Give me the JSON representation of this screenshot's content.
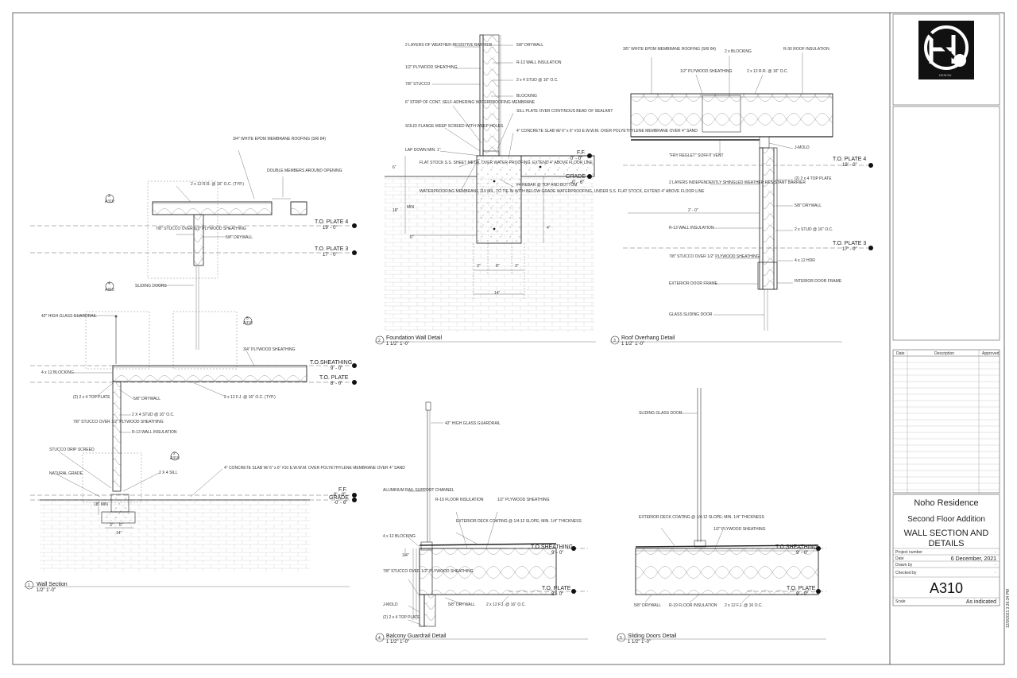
{
  "title_block": {
    "project": "Noho Residence",
    "subtitle": "Second Floor Addition",
    "sheet_title": "WALL SECTION AND DETAILS",
    "sheet_number": "A310",
    "project_number_label": "Project number",
    "project_number_value": "-",
    "date_label": "Date",
    "date_value": "6 December, 2021",
    "drawn_by_label": "Drawn by",
    "drawn_by_value": "-",
    "checked_by_label": "Checked by",
    "checked_by_value": "-",
    "scale_label": "Scale",
    "scale_value": "As indicated",
    "revision_headers": [
      "Date",
      "Description",
      "Approved"
    ],
    "print_stamp": "12/9/2021 3:36:34 PM",
    "logo_text": "DESIGN"
  },
  "details": [
    {
      "num": "1",
      "title": "Wall Section",
      "scale": "1/2\"    1'-0\""
    },
    {
      "num": "2",
      "title": "Foundation Wall Detail",
      "scale": "1 1/2\"    1'-0\""
    },
    {
      "num": "3",
      "title": "Roof Overhang Detail",
      "scale": "1 1/2\"    1'-0\""
    },
    {
      "num": "4",
      "title": "Balcony Guardrail Detail",
      "scale": "1 1/2\"    1'-0\""
    },
    {
      "num": "5",
      "title": "Sliding Doors Detail",
      "scale": "1 1/2\"    1'-0\""
    }
  ],
  "levels": {
    "tplate4": "T.O. PLATE 4",
    "tplate4_v": "19' - 0\"",
    "tplate3": "T.O. PLATE 3",
    "tplate3_v": "17' - 0\"",
    "tosheathing": "T.O.SHEATHING",
    "tosheathing_v": "9' - 0\"",
    "toplate": "T.O. PLATE",
    "toplate_v": "8' - 0\"",
    "ff": "F.F.",
    "ff_v": "0' - 0\"",
    "grade": "GRADE",
    "grade_v": "-0' - 6\""
  },
  "callouts": {
    "ref_sheet": "A310",
    "c1": "3",
    "c2": "4",
    "c3": "5",
    "c4": "2"
  },
  "notes": {
    "d1": {
      "epdm": "3/4\" WHITE EPDM MEMBRANE ROOFING (SRI 84)",
      "rr": "2 x 12 R.R. @ 16\" O.C. (TYP.)",
      "double": "DOUBLE MEMBERS AROUND OPENING",
      "stucco": "7/8\" STUCCO OVER 1/2\" PLYWOOD SHEATHING",
      "drywall": "5/8\" DRYWALL",
      "sliding": "SLIDING DOORS",
      "guardrail": "42\" HIGH GLASS GUARDRAIL",
      "plywood": "3/4\" PLYWOOD SHEATHING",
      "blocking": "4 x 12 BLOCKING",
      "topplate": "(2) 2 x 4 TOP PLATE",
      "drywall2": "5/8\" DRYWALL",
      "fj": "2 x 12 F.J. @ 16\" O.C. (TYP.)",
      "stucco2": "7/8\" STUCCO OVER 1/2\" PLYWOOD SHEATHING",
      "stud": "2 X 4 STUD @ 16\" O.C.",
      "r13": "R-13 WALL INSULATION",
      "drip": "STUCCO DRIP SCREED",
      "sill": "2 X 4 SILL",
      "natural": "NATURAL GRADE",
      "slab": "4\" CONCRETE SLAB W/ 6\" x 6\" #10 E.W.W.M. OVER POLYETHYLENE MEMBRANE OVER 4\" SAND",
      "dim1": "14\"",
      "dim2": "6\"",
      "dim3": "3\"",
      "dim4": "18\" MIN"
    },
    "d2": {
      "layers": "2 LAYERS OF WEATHER-RESISTIVE BARRIER",
      "plywood": "1/2\" PLYWOOD SHEATHING",
      "stucco": "7/8\" STUCCO",
      "strip": "6\" STRIP OF CONT. SELF-ADHERING WATERPROOFING MEMBRANE",
      "weep": "SOLID FLANGE WEEP SCREED WITH WEEP HOLES",
      "lap": "LAP DOWN MIN. 1\"",
      "flat": "FLAT STOCK S.S. SHEET METAL OVER WATER-PROOFING, EXTEND 4\" ABOVE FLOOR LINE",
      "wp": "WATERPROOFING MEMBRANE 110 MIL, TO TIE IN WITH BELOW GRADE WATERPROOFING, UNDER S.S. FLAT STOCK, EXTEND 4\" ABOVE FLOOR LINE",
      "drywall": "5/8\" DRYWALL",
      "r13": "R-13 WALL INSULATION",
      "stud": "2 x 4 STUD @ 16\" O.C.",
      "blocking": "BLOCKING",
      "sillplate": "SILL PLATE OVER CONTINOUS BEAD OF SEALANT",
      "slab": "4\" CONCRETE SLAB W/ 6\" x 6\" #10 E.W.W.M. OVER POLYETHYLENE MEMBRANE OVER 4\" SAND",
      "rebar": "#4 REBAR @ TOP AND BOTTOM",
      "dim_14": "14\"",
      "dim_3a": "3\"",
      "dim_8": "8\"",
      "dim_3b": "3\"",
      "dim_6": "6\"",
      "dim_18": "18\"",
      "dim_4": "4\"",
      "dim_min": "MIN",
      "dim_6b": "6\""
    },
    "d3": {
      "epdm": "3/5\" WHITE EPDM MEMBRANE ROOFING (SRI 84)",
      "blocking": "2 x BLOCKING",
      "r30": "R-30 ROOF INSULATION",
      "plywood": "1/2\" PLYWOOD SHEATHING",
      "rr": "2 x 12 R.R. @ 16\" O.C.",
      "fry": "\"FRY REGLET\" SOFFIT VENT",
      "jmold": "J-MOLD",
      "layers": "2 LAYERS INDEPENDENTLY SHINGLED WEATHER RESISTANT BARRIER",
      "topplate": "(2) 2 x 4 TOP PLATE",
      "overhang": "2' - 0\"",
      "drywall": "5/8\" DRYWALL",
      "r13": "R-13 WALL INSULATION",
      "stud": "2 x STUD @ 16\" O.C.",
      "stucco": "7/8\" STUCCO OVER 1/2\" PLYWOOD SHEATHING",
      "hdr": "4 x 12 HDR",
      "extframe": "EXTERIOR DOOR FRAME",
      "intframe": "INTERIOR DOOR FRAME",
      "glassdoor": "GLASS SLIDING DOOR"
    },
    "d4": {
      "guardrail": "42\" HIGH GLASS GUARDRAIL",
      "channel": "ALUMINUM RAIL SUPPORT CHANNEL",
      "r19": "R-19 FLOOR INSULATION",
      "plywood": "1/2\" PLYWOOD SHEATHING",
      "deck": "EXTERIOR DECK COATING @ 1/4:12 SLOPE; MIN. 1/4\" THICKNESS",
      "blocking": "4 x 12 BLOCKING",
      "stucco": "7/8\" STUCCO OVER 1/2\" PLYWOOD SHEATHING",
      "jmold": "J-MOLD",
      "topplate": "(2) 2 x 4 TOP PLATE",
      "drywall": "5/8\" DRYWALL",
      "fj": "2 x 12 F.J. @ 16\" O.C.",
      "dim": "1/4\""
    },
    "d5": {
      "door": "SLIDING GLASS DOOR",
      "deck": "EXTERIOR DECK COATING @ 1/4:12 SLOPE; MIN. 1/4\" THICKNESS",
      "plywood": "1/2\" PLYWOOD SHEATHING",
      "drywall": "5/8\" DRYWALL",
      "r19": "R-19 FLOOR INSULATION",
      "fj": "2 x 12 F.J. @ 16 O.C."
    }
  }
}
